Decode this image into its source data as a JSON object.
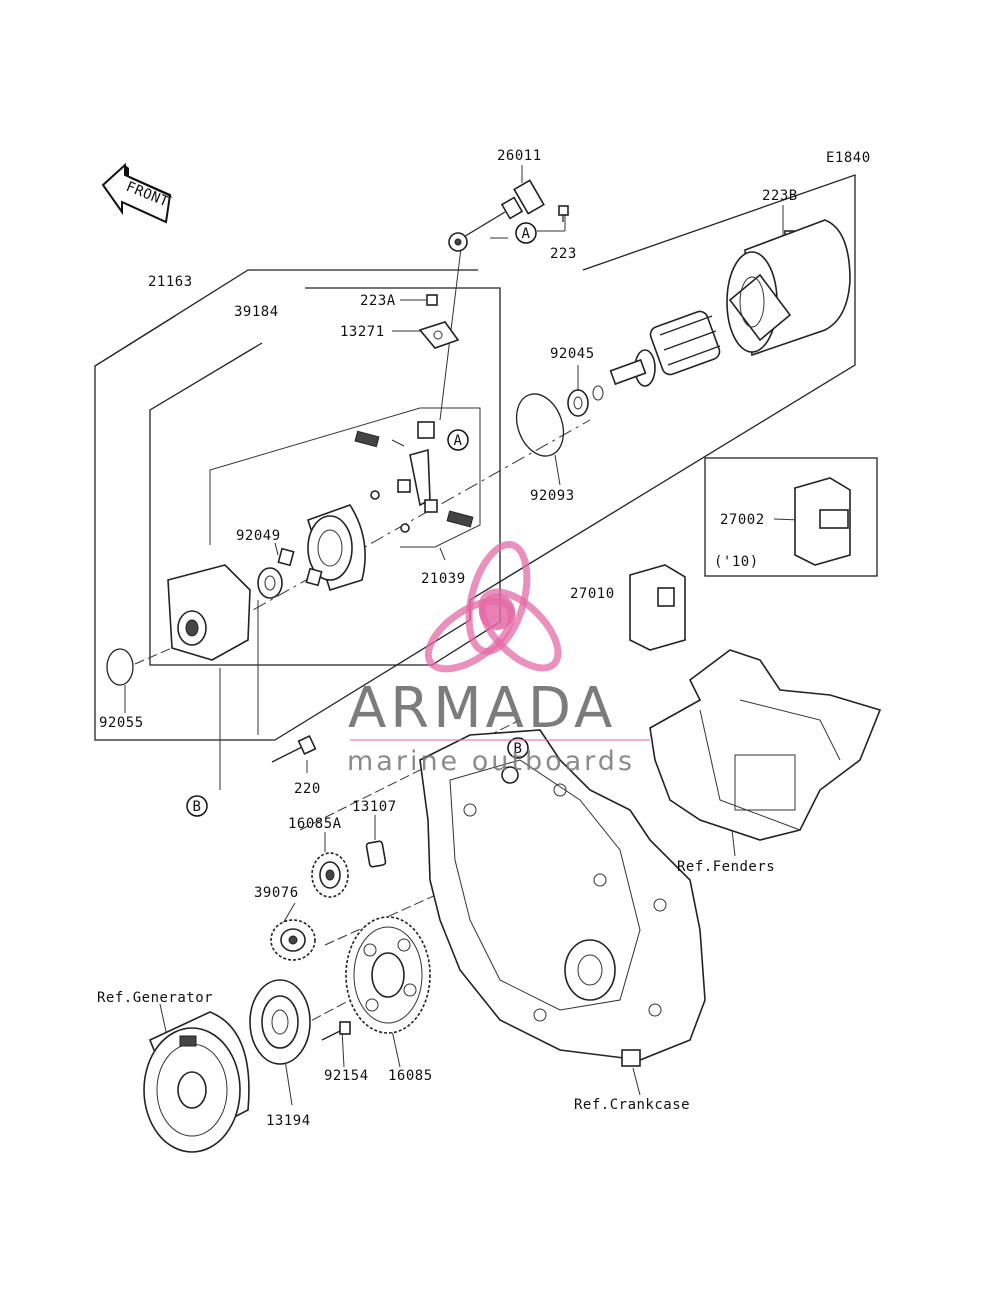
{
  "diagram_code": "E1840",
  "front_label": "FRONT",
  "callouts": {
    "A": "A",
    "B": "B"
  },
  "labels": {
    "p26011": "26011",
    "p223": "223",
    "p223B": "223B",
    "p21163": "21163",
    "p39184": "39184",
    "p223A": "223A",
    "p13271": "13271",
    "p92045": "92045",
    "p92093": "92093",
    "p21039": "21039",
    "p92049": "92049",
    "p27002": "27002",
    "p27002_note": "('10)",
    "p27010": "27010",
    "p92055": "92055",
    "p220": "220",
    "p13107": "13107",
    "p16085A": "16085A",
    "p39076": "39076",
    "p16085": "16085",
    "p92154": "92154",
    "p13194": "13194",
    "ref_generator": "Ref.Generator",
    "ref_fenders": "Ref.Fenders",
    "ref_crankcase": "Ref.Crankcase"
  },
  "watermark": {
    "title": "ARMADA",
    "subtitle": "marine outboards",
    "logo_color": "#e46aa6",
    "text_color": "#6a6a6a"
  }
}
